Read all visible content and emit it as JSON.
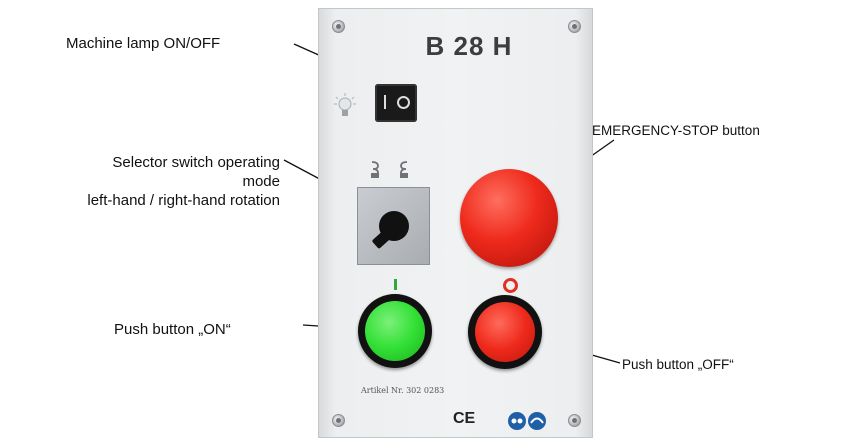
{
  "panel": {
    "model": "B 28 H",
    "article": "Artikel Nr. 302 0283",
    "ce_mark": "CE",
    "on_symbol": "I",
    "off_symbol": "O"
  },
  "labels": {
    "lamp": "Machine lamp ON/OFF",
    "selector_line1": "Selector switch operating",
    "selector_line2": "mode",
    "selector_line3": "left-hand / right-hand rotation",
    "emergency_stop": "EMERGENCY-STOP button",
    "push_on": "Push button „ON“",
    "push_off": "Push button „OFF“"
  },
  "colors": {
    "emergency_red": "#ee2a1c",
    "on_green": "#32e035",
    "off_red": "#ee2a1c"
  },
  "icons": [
    "light-bulb-icon",
    "clockwise-arrow-icon",
    "counterclockwise-arrow-icon",
    "screw-icon",
    "eye-protection-icon",
    "ear-protection-icon"
  ]
}
